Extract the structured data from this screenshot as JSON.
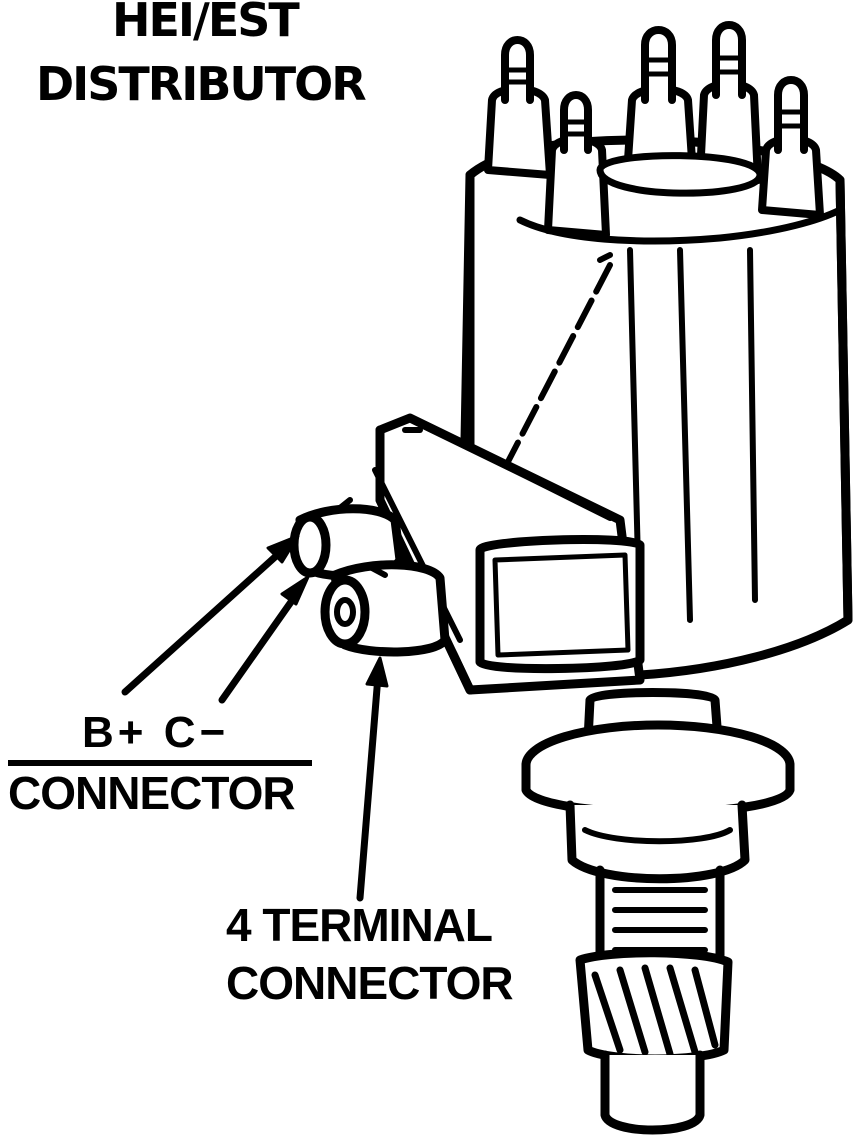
{
  "diagram": {
    "title_line1": "HEI/EST",
    "title_line2": "DISTRIBUTOR",
    "labels": {
      "bc_terminals": "B+  C−",
      "bc_connector": "CONNECTOR",
      "four_terminal_line1": "4 TERMINAL",
      "four_terminal_line2": "CONNECTOR"
    },
    "ink_color": "#000000",
    "paper_color": "#ffffff"
  }
}
